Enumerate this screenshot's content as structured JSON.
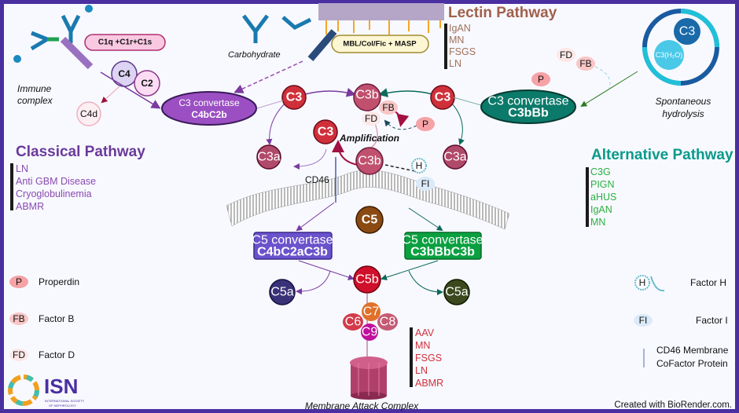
{
  "colors": {
    "border": "#4a2fa0",
    "classical": "#6a3a9a",
    "lectin": "#a0604a",
    "alternative": "#0a9a8a",
    "alt_list": "#2ab040",
    "mac_list": "#d0303a"
  },
  "classical": {
    "initiator": "C1q +C1r+C1s",
    "c4": "C4",
    "c2": "C2",
    "c4d": "C4d",
    "immune_complex": [
      "Immune",
      "complex"
    ],
    "convertase_label": "C3 convertase",
    "convertase_name": "C4bC2b",
    "title": "Classical Pathway",
    "diseases": [
      "LN",
      "Anti GBM Disease",
      "Cryoglobulinemia",
      "ABMR"
    ]
  },
  "lectin": {
    "carbohydrate": "Carbohydrate",
    "initiator": "MBL/Col/Fic + MASP",
    "title": "Lectin Pathway",
    "diseases": [
      "IgAN",
      "MN",
      "FSGS",
      "LN"
    ]
  },
  "alternative": {
    "convertase_label": "C3 convertase",
    "convertase_name": "C3bBb",
    "p": "P",
    "fd": "FD",
    "fb": "FB",
    "c3": "C3",
    "c3h2o": "C3(H₂O)",
    "hydrolysis": [
      "Spontaneous",
      "hydrolysis"
    ],
    "title": "Alternative Pathway",
    "diseases": [
      "C3G",
      "PIGN",
      "aHUS",
      "IgAN",
      "MN"
    ]
  },
  "amplification": {
    "c3_left": "C3",
    "c3_right": "C3",
    "c3_mid": "C3",
    "c3b_top": "C3b",
    "c3b_bottom": "C3b",
    "fb": "FB",
    "fd": "FD",
    "p": "P",
    "label": "Amplification",
    "c3a_left": "C3a",
    "c3a_right": "C3a",
    "h": "H",
    "fi": "FI",
    "cd46": "CD46"
  },
  "terminal": {
    "c5": "C5",
    "c5_conv_classical_label": "C5 convertase",
    "c5_conv_classical_name": "C4bC2aC3b",
    "c5_conv_alt_label": "C5 convertase",
    "c5_conv_alt_name": "C3bBbC3b",
    "c5b": "C5b",
    "c5a_left": "C5a",
    "c5a_right": "C5a",
    "c6": "C6",
    "c7": "C7",
    "c8": "C8",
    "c9": "C9",
    "mac": "Membrane Attack Complex",
    "diseases": [
      "AAV",
      "MN",
      "FSGS",
      "LN",
      "ABMR"
    ]
  },
  "legend_left": [
    {
      "symbol": "P",
      "label": "Properdin"
    },
    {
      "symbol": "FB",
      "label": "Factor B"
    },
    {
      "symbol": "FD",
      "label": "Factor D"
    }
  ],
  "legend_right": {
    "h_symbol": "H",
    "h_label": "Factor H",
    "fi_symbol": "FI",
    "fi_label": "Factor I",
    "cd46_label": [
      "CD46 Membrane",
      "CoFactor Protein"
    ]
  },
  "logo": {
    "text": "ISN",
    "subtitle": [
      "INTERNATIONAL SOCIETY",
      "OF NEPHROLOGY"
    ]
  },
  "credit": "Created with BioRender.com."
}
